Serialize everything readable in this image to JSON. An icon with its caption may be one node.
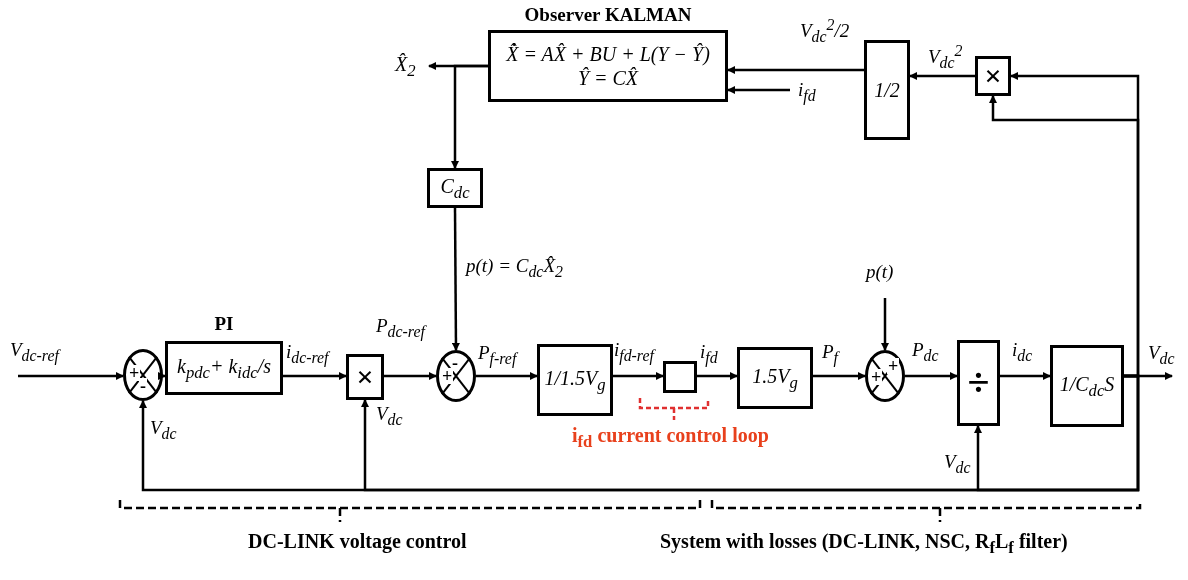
{
  "diagram": {
    "nodes": [
      {
        "text": [
          "Observer KALMAN",
          "X̂̇ = AX̂ + BU + L(Y − Ŷ)",
          "Ŷ = CX̂"
        ]
      },
      {
        "text": [
          "X̂$_{2}$"
        ]
      },
      {
        "text": [
          "1/2"
        ]
      },
      {
        "text": [
          "×"
        ]
      },
      {
        "text": [
          "C$_{dc}$"
        ]
      },
      {
        "text": [
          "+",
          "-"
        ]
      },
      {
        "text": [
          "PI",
          "k$_{pdc}$+ k$_{idc}$/s"
        ]
      },
      {
        "text": [
          "×"
        ]
      },
      {
        "text": [
          "-",
          "+"
        ]
      },
      {
        "text": [
          "1/1.5V$_{g}$"
        ]
      },
      {
        "text": [],
        "shape": "box"
      },
      {
        "text": [
          "1.5V$_{g}$"
        ]
      },
      {
        "text": [
          "+",
          "+"
        ]
      },
      {
        "text": [
          "÷"
        ]
      },
      {
        "text": [
          "1/C$_{dc}$S"
        ]
      }
    ],
    "edges": [
      {
        "from": null,
        "to": 5,
        "arrow": "to",
        "label": "V$_{dc-ref}$"
      },
      {
        "from": 5,
        "to": 6,
        "arrow": "to"
      },
      {
        "from": 6,
        "to": 7,
        "arrow": "to",
        "label": "i$_{dc-ref}$"
      },
      {
        "from": 7,
        "to": 8,
        "arrow": "to",
        "label": "P$_{dc-ref}$"
      },
      {
        "from": 8,
        "to": 9,
        "arrow": "to",
        "label": "P$_{f-ref}$"
      },
      {
        "from": 9,
        "to": 10,
        "arrow": "to",
        "label": "i$_{fd-ref}$"
      },
      {
        "from": 10,
        "to": 11,
        "arrow": "to",
        "label": "i$_{fd}$"
      },
      {
        "from": 11,
        "to": 12,
        "arrow": "to",
        "label": "P$_{f}$"
      },
      {
        "from": 12,
        "to": 13,
        "arrow": "to",
        "label": "P$_{dc}$"
      },
      {
        "from": 13,
        "to": 14,
        "arrow": "to",
        "label": "i$_{dc}$"
      },
      {
        "from": 14,
        "to": null,
        "arrow": "to",
        "label": "V$_{dc}$"
      },
      {
        "from": 14,
        "to": 3,
        "arrow": "to"
      },
      {
        "from": 14,
        "to": 3,
        "arrow": "to"
      },
      {
        "from": 3,
        "to": 2,
        "arrow": "to",
        "label": "V$_{dc}$$^{2}$"
      },
      {
        "from": 2,
        "to": 0,
        "arrow": "to",
        "label": "V$_{dc}$$^{2}$/2"
      },
      {
        "from": null,
        "to": 0,
        "arrow": "to",
        "label": "i$_{fd}$"
      },
      {
        "from": 0,
        "to": 1,
        "arrow": "to"
      },
      {
        "from": 0,
        "to": 4,
        "arrow": "to"
      },
      {
        "from": 4,
        "to": 8,
        "arrow": "to",
        "label": "p(t) = C$_{dc}$X̂$_{2}$"
      },
      {
        "from": null,
        "to": 12,
        "arrow": "to",
        "label": "p(t)"
      },
      {
        "from": 14,
        "to": 5,
        "arrow": "to",
        "label": "V$_{dc}$"
      },
      {
        "from": 14,
        "to": 7,
        "arrow": "to",
        "label": "V$_{dc}$"
      },
      {
        "from": 14,
        "to": 13,
        "arrow": "to",
        "label": "V$_{dc}$"
      }
    ],
    "labels": [
      "i$_{fd}$ current control loop",
      "DC-LINK voltage control",
      "System with losses (DC-LINK, NSC, R$_{f}$L$_{f}$ filter)"
    ]
  }
}
